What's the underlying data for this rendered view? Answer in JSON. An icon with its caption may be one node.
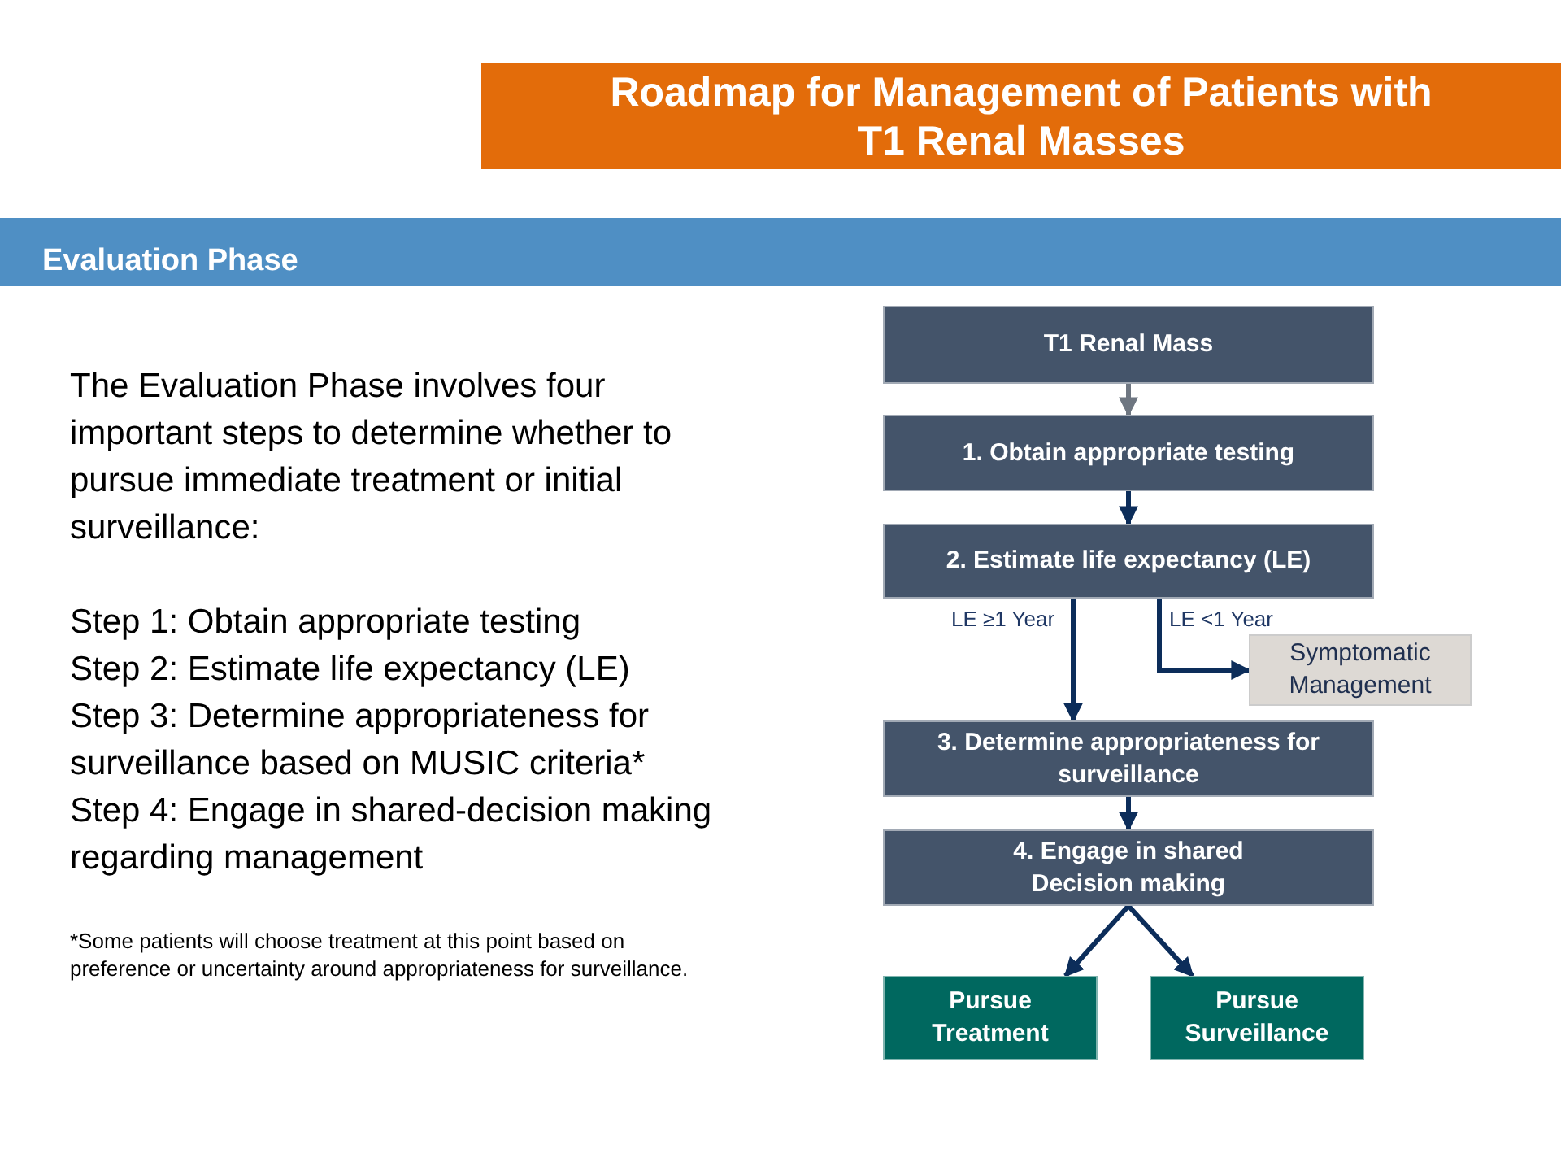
{
  "diagram": {
    "title": "Roadmap for Management of Patients with T1 Renal Masses",
    "nodes": [
      {
        "text": [
          "T1 Renal Mass"
        ]
      },
      {
        "text": [
          "1. Obtain appropriate testing"
        ]
      },
      {
        "text": [
          "2. Estimate life expectancy (LE)"
        ]
      },
      {
        "text": [
          "Symptomatic Management"
        ]
      },
      {
        "text": [
          "3. Determine appropriateness for surveillance"
        ]
      },
      {
        "text": [
          "4. Engage in shared Decision making"
        ]
      },
      {
        "text": [
          "Pursue Treatment"
        ]
      },
      {
        "text": [
          "Pursue Surveillance"
        ]
      }
    ],
    "edges": [
      {
        "from": 0,
        "to": 1,
        "arrow": "to",
        "color": "#6e7681"
      },
      {
        "from": 1,
        "to": 2,
        "arrow": "to"
      },
      {
        "from": 2,
        "to": 4,
        "arrow": "to",
        "label": "LE ≥1 Year"
      },
      {
        "from": 2,
        "to": 3,
        "arrow": "to",
        "label": "LE <1 Year"
      },
      {
        "from": 4,
        "to": 5,
        "arrow": "to"
      },
      {
        "from": 5,
        "to": 6,
        "arrow": "to"
      },
      {
        "from": 5,
        "to": 7,
        "arrow": "to"
      }
    ],
    "labels": [
      "Evaluation Phase",
      "The Evaluation Phase involves four important steps to determine whether to pursue immediate treatment or initial surveillance:",
      "Step 1: Obtain appropriate testing",
      "Step 2: Estimate life expectancy (LE)",
      "Step 3: Determine appropriateness for surveillance based on MUSIC criteria*",
      "Step 4: Engage in shared-decision making regarding management",
      "*Some patients will choose treatment at this point based on preference or uncertainty around appropriateness for surveillance."
    ]
  }
}
